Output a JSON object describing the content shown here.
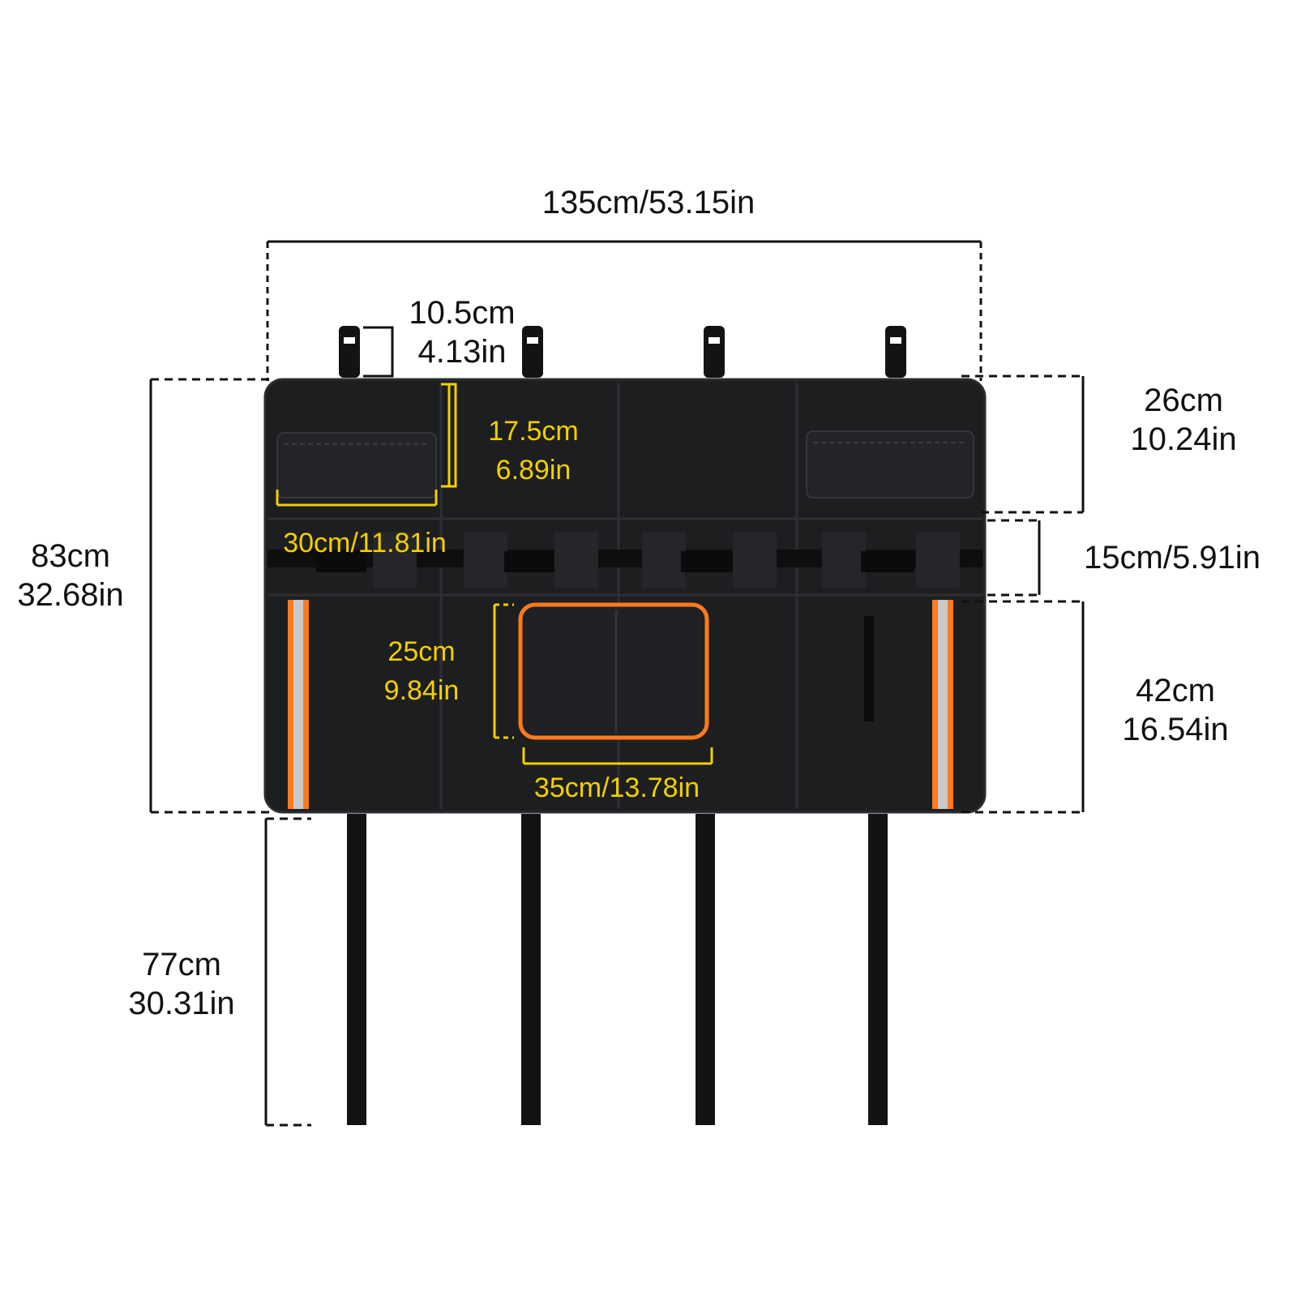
{
  "colors": {
    "background": "#ffffff",
    "panel": "#1d1e20",
    "panel_edge": "#2b2c2f",
    "strap": "#131314",
    "reflective_orange": "#ff7a1a",
    "reflective_silver": "#c9c9c9",
    "dimension_black": "#111111",
    "dimension_yellow": "#f2cf00"
  },
  "dimensions": {
    "total_width": {
      "line1": "135cm/53.15in"
    },
    "buckle_strap": {
      "line1": "10.5cm",
      "line2": "4.13in"
    },
    "top_pocket_height": {
      "line1": "17.5cm",
      "line2": "6.89in"
    },
    "top_pocket_width": {
      "line1": "30cm/11.81in"
    },
    "top_section": {
      "line1": "26cm",
      "line2": "10.24in"
    },
    "loop_band": {
      "line1": "15cm/5.91in"
    },
    "total_height": {
      "line1": "83cm",
      "line2": "32.68in"
    },
    "center_pocket_height": {
      "line1": "25cm",
      "line2": "9.84in"
    },
    "center_pocket_width": {
      "line1": "35cm/13.78in"
    },
    "bottom_section": {
      "line1": "42cm",
      "line2": "16.54in"
    },
    "hanging_strap": {
      "line1": "77cm",
      "line2": "30.31in"
    }
  }
}
